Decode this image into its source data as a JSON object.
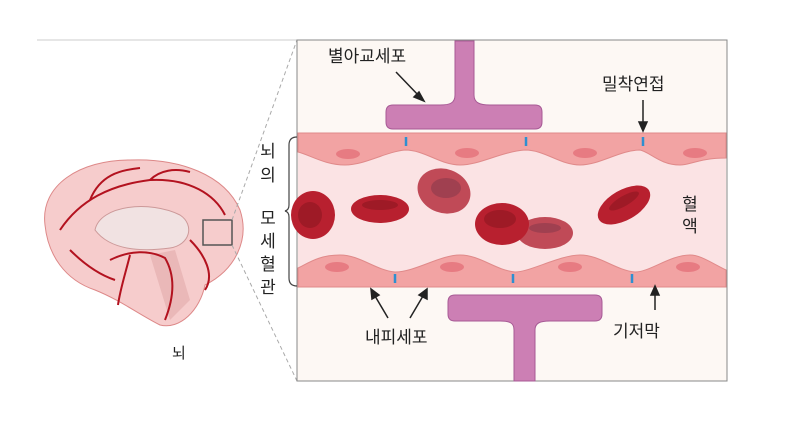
{
  "labels": {
    "astrocyte": "별아교세포",
    "tight_junction": "밀착연접",
    "blood": "혈액",
    "endothelial_cell": "내피세포",
    "basement_membrane": "기저막",
    "brain": "뇌",
    "brain_of": "뇌의",
    "capillary": "모세혈관"
  },
  "colors": {
    "wall": "#f2a3a3",
    "lumen": "#fbe3e4",
    "rbc": "#b8202f",
    "astrocyte": "#cc7fb4",
    "junction": "#2f8fd0",
    "frame_bg": "#fdf8f4"
  }
}
